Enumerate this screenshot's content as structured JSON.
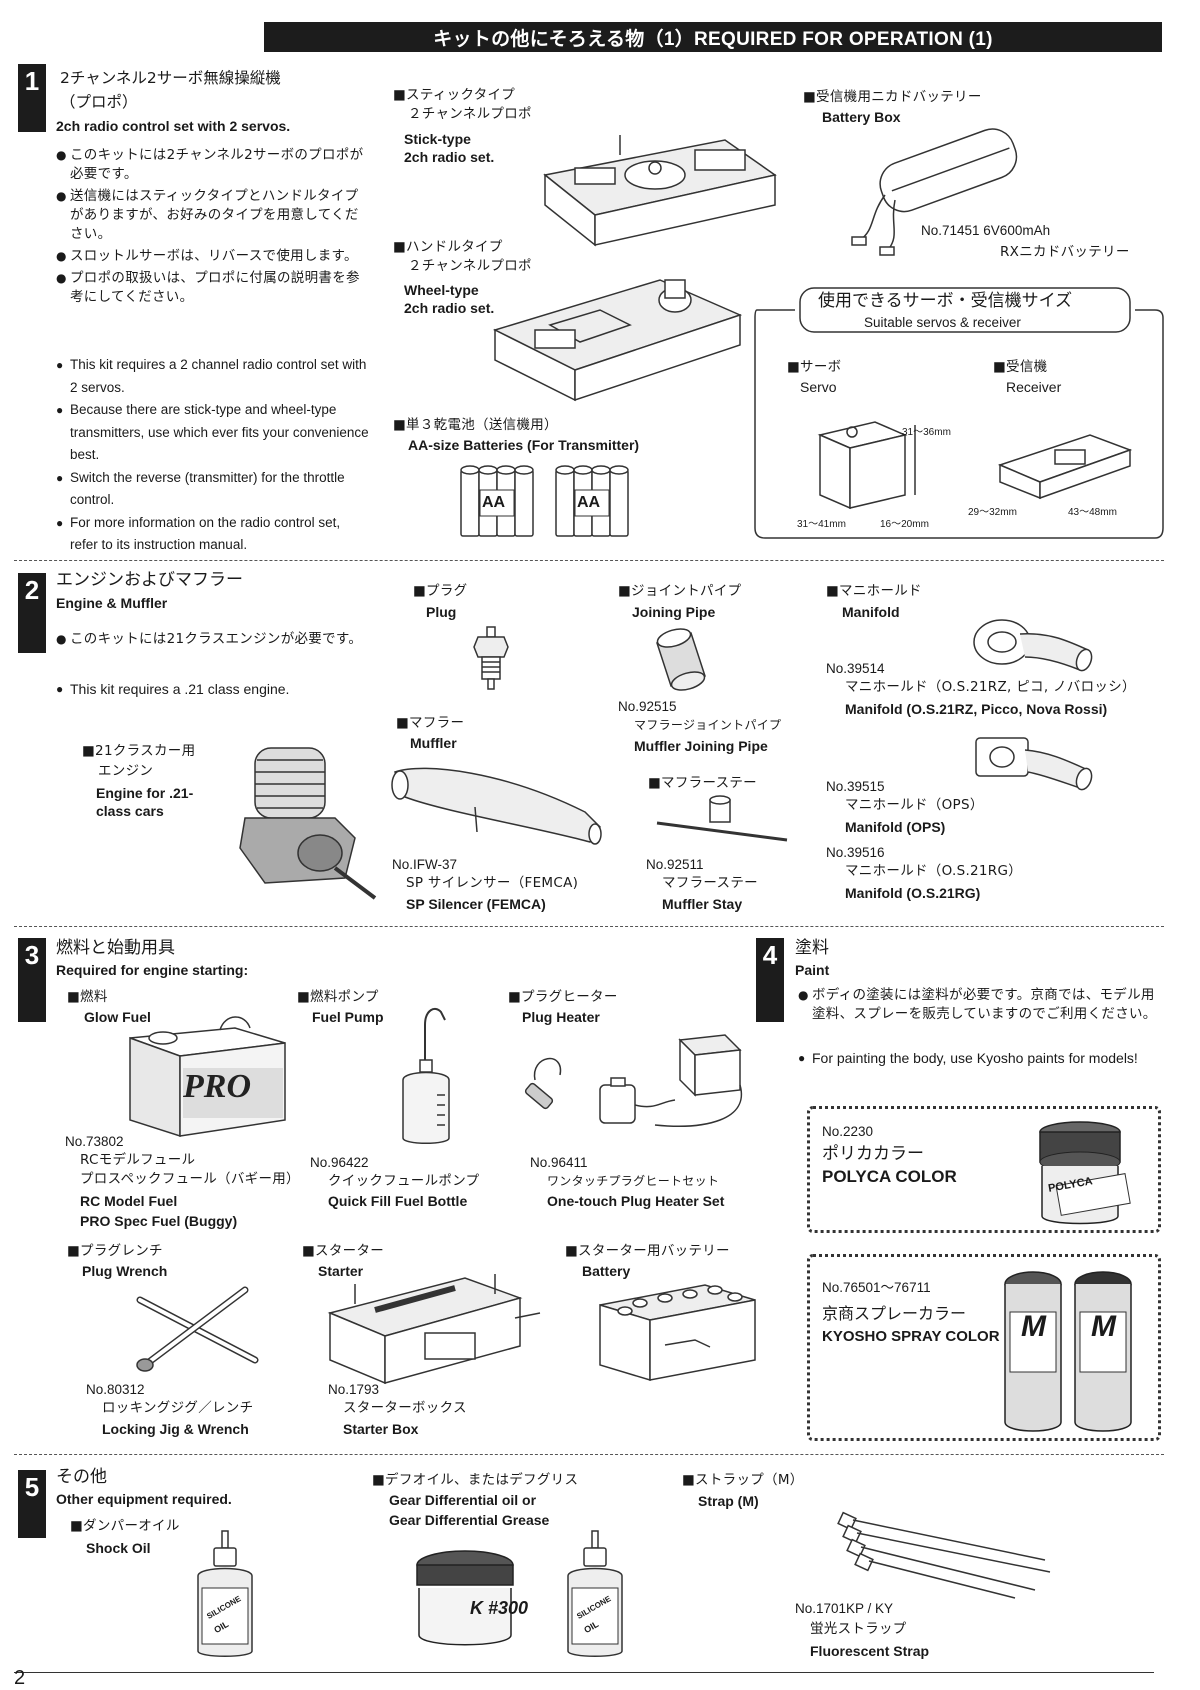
{
  "header": {
    "title": "キットの他にそろえる物（1）REQUIRED FOR OPERATION (1)"
  },
  "s1": {
    "num": "1",
    "title_jp": "2チャンネル2サーボ無線操縦機",
    "title_jp2": "（プロポ）",
    "title_en": "2ch radio control set with 2 servos.",
    "notes_jp": [
      "このキットには2チャンネル2サーボのプロポが必要です。",
      "送信機にはスティックタイプとハンドルタイプがありますが、お好みのタイプを用意してください。",
      "スロットルサーボは、リバースで使用します。",
      "プロポの取扱いは、プロポに付属の説明書を参考にしてください。"
    ],
    "notes_en": [
      "This kit requires a 2 channel radio control set with 2 servos.",
      "Because there are stick-type and wheel-type transmitters, use which ever fits your convenience best.",
      "Switch the reverse (transmitter) for the throttle control.",
      "For more information on the radio control set, refer to its instruction manual."
    ],
    "stick_jp": "■スティックタイプ",
    "stick_jp2": "２チャンネルプロポ",
    "stick_en": "Stick-type",
    "stick_en2": "2ch radio set.",
    "wheel_jp": "■ハンドルタイプ",
    "wheel_jp2": "２チャンネルプロポ",
    "wheel_en": "Wheel-type",
    "wheel_en2": "2ch radio set.",
    "batt_jp": "■単３乾電池（送信機用）",
    "batt_en": "AA-size Batteries (For Transmitter)",
    "aa": "AA",
    "box_jp": "■受信機用ニカドバッテリー",
    "box_en": "Battery Box",
    "box_no": "No.71451  6V600mAh",
    "box_name": "RXニカドバッテリー",
    "suit_jp": "使用できるサーボ・受信機サイズ",
    "suit_en": "Suitable servos & receiver",
    "servo_jp": "■サーボ",
    "servo_en": "Servo",
    "recv_jp": "■受信機",
    "recv_en": "Receiver",
    "dim_servo_h": "31～36mm",
    "dim_servo_w": "31～41mm",
    "dim_servo_d": "16～20mm",
    "dim_recv_d": "29～32mm",
    "dim_recv_w": "43～48mm"
  },
  "s2": {
    "num": "2",
    "title_jp": "エンジンおよびマフラー",
    "title_en": "Engine & Muffler",
    "note_jp": "このキットには21クラスエンジンが必要です。",
    "note_en": "This kit requires a .21 class engine.",
    "engine_jp": "■21クラスカー用",
    "engine_jp2": "エンジン",
    "engine_en": "Engine for .21-",
    "engine_en2": "class cars",
    "plug_jp": "■プラグ",
    "plug_en": "Plug",
    "muffler_jp": "■マフラー",
    "muffler_en": "Muffler",
    "muffler_no": "No.IFW-37",
    "muffler_name_jp": "SP サイレンサー（FEMCA)",
    "muffler_name_en": "SP Silencer (FEMCA)",
    "joint_jp": "■ジョイントパイプ",
    "joint_en": "Joining Pipe",
    "joint_no": "No.92515",
    "joint_name_jp": "マフラージョイントパイプ",
    "joint_name_en": "Muffler Joining Pipe",
    "stay_jp": "■マフラーステー",
    "stay_no": "No.92511",
    "stay_name_jp": "マフラーステー",
    "stay_name_en": "Muffler Stay",
    "mani_jp": "■マニホールド",
    "mani_en": "Manifold",
    "m1_no": "No.39514",
    "m1_jp": "マニホールド（O.S.21RZ, ピコ, ノバロッシ）",
    "m1_en": "Manifold (O.S.21RZ, Picco, Nova Rossi)",
    "m2_no": "No.39515",
    "m2_jp": "マニホールド（OPS）",
    "m2_en": "Manifold (OPS)",
    "m3_no": "No.39516",
    "m3_jp": "マニホールド（O.S.21RG）",
    "m3_en": "Manifold (O.S.21RG)"
  },
  "s3": {
    "num": "3",
    "title_jp": "燃料と始動用具",
    "title_en": "Required for engine starting:",
    "fuel_jp": "■燃料",
    "fuel_en": "Glow Fuel",
    "fuel_no": "No.73802",
    "fuel_name_jp": "RCモデルフュール",
    "fuel_name_jp2": "プロスペックフュール（バギー用）",
    "fuel_name_en": "RC Model Fuel",
    "fuel_name_en2": "PRO Spec Fuel (Buggy)",
    "pump_jp": "■燃料ポンプ",
    "pump_en": "Fuel Pump",
    "pump_no": "No.96422",
    "pump_name_jp": "クイックフュールポンプ",
    "pump_name_en": "Quick Fill Fuel Bottle",
    "heater_jp": "■プラグヒーター",
    "heater_en": "Plug Heater",
    "heater_no": "No.96411",
    "heater_name_jp": "ワンタッチプラグヒートセット",
    "heater_name_en": "One-touch Plug Heater Set",
    "wrench_jp": "■プラグレンチ",
    "wrench_en": "Plug Wrench",
    "wrench_no": "No.80312",
    "wrench_name_jp": "ロッキングジグ／レンチ",
    "wrench_name_en": "Locking Jig & Wrench",
    "starter_jp": "■スターター",
    "starter_en": "Starter",
    "starter_no": "No.1793",
    "starter_name_jp": "スターターボックス",
    "starter_name_en": "Starter Box",
    "sbatt_jp": "■スターター用バッテリー",
    "sbatt_en": "Battery",
    "can_label": "PRO"
  },
  "s4": {
    "num": "4",
    "title_jp": "塗料",
    "title_en": "Paint",
    "note_jp": "ボディの塗装には塗料が必要です。京商では、モデル用塗料、スプレーを販売していますのでご利用ください。",
    "note_en": "For painting the body, use Kyosho paints for models!",
    "p1_no": "No.2230",
    "p1_jp": "ポリカカラー",
    "p1_en": "POLYCA COLOR",
    "p1_label": "POLYCA",
    "p2_no": "No.76501～76711",
    "p2_jp": "京商スプレーカラー",
    "p2_en": "KYOSHO SPRAY COLOR",
    "p2_label": "M"
  },
  "s5": {
    "num": "5",
    "title_jp": "その他",
    "title_en": "Other equipment required.",
    "shock_jp": "■ダンパーオイル",
    "shock_en": "Shock Oil",
    "diff_jp": "■デフオイル、またはデフグリス",
    "diff_en": "Gear Differential oil or",
    "diff_en2": "Gear Differential Grease",
    "strap_jp": "■ストラップ（M）",
    "strap_en": "Strap (M)",
    "strap_no": "No.1701KP / KY",
    "strap_name_jp": "蛍光ストラップ",
    "strap_name_en": "Fluorescent Strap",
    "bottle_label": "SILICONE",
    "bottle_label2": "OIL",
    "grease_label": "K #300"
  },
  "footer": {
    "page": "2"
  }
}
